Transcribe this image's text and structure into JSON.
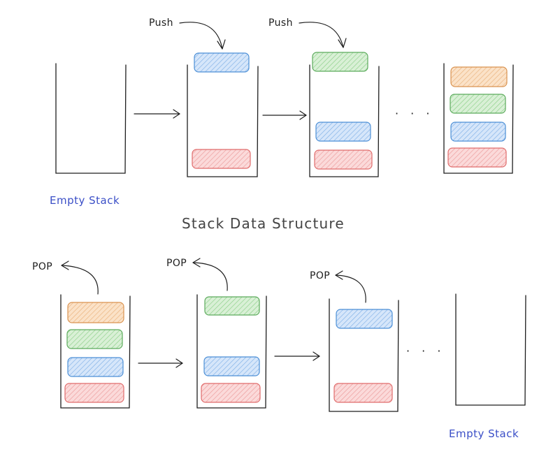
{
  "title": "Stack Data Structure",
  "labels": {
    "empty_stack_top": "Empty Stack",
    "empty_stack_bottom": "Empty Stack",
    "push": "Push",
    "pop": "POP",
    "ellipsis": "· · ·"
  },
  "colors": {
    "red": {
      "fill": "#fbdada",
      "stroke": "#e06c6c"
    },
    "blue": {
      "fill": "#d6e6fa",
      "stroke": "#4c8fd6"
    },
    "green": {
      "fill": "#d9f0d6",
      "stroke": "#5cab5c"
    },
    "orange": {
      "fill": "#fbe2c8",
      "stroke": "#d99350"
    },
    "label_blue": "#3b4fc7"
  },
  "push_sequence": [
    {
      "state": "empty",
      "blocks": []
    },
    {
      "state": "push",
      "blocks": [
        "red"
      ],
      "incoming": "blue"
    },
    {
      "state": "push",
      "blocks": [
        "red",
        "blue"
      ],
      "incoming": "green"
    },
    {
      "state": "full",
      "blocks": [
        "red",
        "blue",
        "green",
        "orange"
      ]
    }
  ],
  "pop_sequence": [
    {
      "state": "pop",
      "blocks": [
        "red",
        "blue",
        "green",
        "orange"
      ]
    },
    {
      "state": "pop",
      "blocks": [
        "red",
        "blue",
        "green"
      ]
    },
    {
      "state": "pop",
      "blocks": [
        "red",
        "blue"
      ]
    },
    {
      "state": "empty",
      "blocks": []
    }
  ]
}
